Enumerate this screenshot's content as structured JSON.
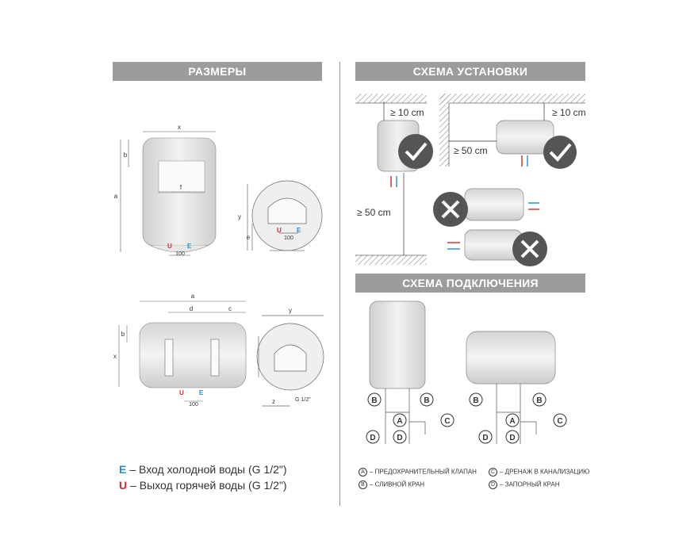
{
  "headers": {
    "sizes": "РАЗМЕРЫ",
    "install": "СХЕМА УСТАНОВКИ",
    "connect": "СХЕМА ПОДКЛЮЧЕНИЯ"
  },
  "dims": {
    "x": "x",
    "b": "b",
    "a": "a",
    "f": "f",
    "y": "y",
    "e": "e",
    "d": "d",
    "c": "c",
    "z": "z",
    "w100": "100",
    "thread": "G 1/2\"",
    "u": "U",
    "e_port": "E"
  },
  "install": {
    "gap_top": "≥ 10 cm",
    "gap_side": "≥ 50 cm",
    "gap_floor": "≥ 50 cm"
  },
  "connect_letters": {
    "A": "A",
    "B": "B",
    "C": "C",
    "D": "D"
  },
  "legend": {
    "cold": {
      "code": "E",
      "text": "– Вход холодной воды (G 1/2\")",
      "color": "#1f8fd6"
    },
    "hot": {
      "code": "U",
      "text": "– Выход горячей воды (G 1/2\")",
      "color": "#d9262b"
    }
  },
  "captions": [
    {
      "code": "A",
      "text": "– ПРЕДОХРАНИТЕЛЬНЫЙ КЛАПАН"
    },
    {
      "code": "B",
      "text": "– СЛИВНОЙ КРАН"
    },
    {
      "code": "C",
      "text": "– ДРЕНАЖ В КАНАЛИЗАЦИЮ"
    },
    {
      "code": "D",
      "text": "– ЗАПОРНЫЙ КРАН"
    }
  ]
}
